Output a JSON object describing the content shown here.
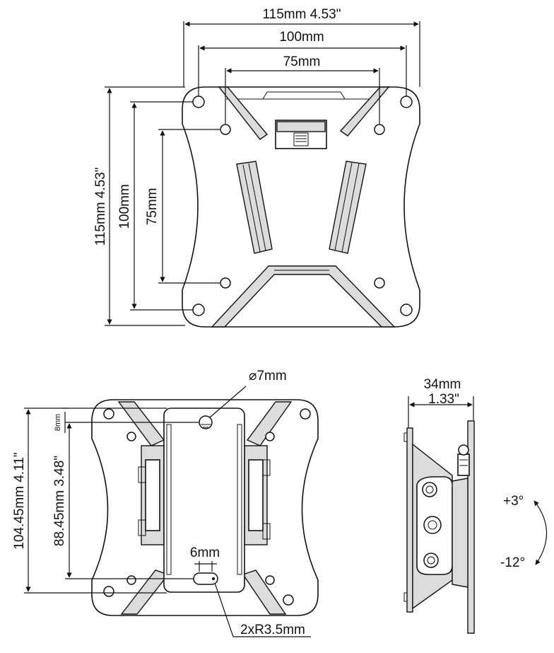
{
  "front_view": {
    "width_overall": "115mm 4.53\"",
    "width_mid": "100mm",
    "width_inner": "75mm",
    "height_overall": "115mm 4.53\"",
    "height_mid": "100mm",
    "height_inner": "75mm"
  },
  "rear_view": {
    "hole_diameter": "⌀7mm",
    "hole_offset": "8mm",
    "height_overall": "104.45mm 4.11\"",
    "height_inner": "88.45mm 3.48\"",
    "slot_width": "6mm",
    "slot_radius": "2xR3.5mm"
  },
  "side_view": {
    "depth_mm": "34mm",
    "depth_in": "1.33\"",
    "tilt_up": "+3°",
    "tilt_down": "-12°"
  }
}
